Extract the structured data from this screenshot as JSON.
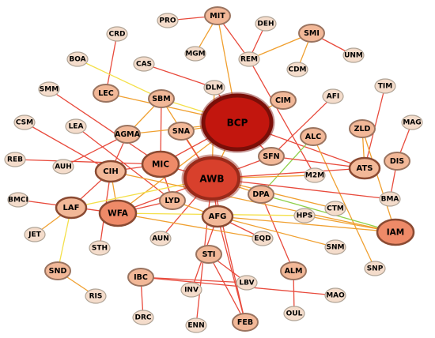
{
  "graph": {
    "nodes": [
      {
        "id": "MIT",
        "tier": "medium"
      },
      {
        "id": "DEH",
        "tier": "small"
      },
      {
        "id": "PRO",
        "tier": "small"
      },
      {
        "id": "SMI",
        "tier": "medium"
      },
      {
        "id": "CRD",
        "tier": "small"
      },
      {
        "id": "MGM",
        "tier": "small"
      },
      {
        "id": "REM",
        "tier": "small"
      },
      {
        "id": "UNM",
        "tier": "small"
      },
      {
        "id": "BOA",
        "tier": "small"
      },
      {
        "id": "CAS",
        "tier": "small"
      },
      {
        "id": "CDM",
        "tier": "small"
      },
      {
        "id": "SMM",
        "tier": "small"
      },
      {
        "id": "LEC",
        "tier": "medium"
      },
      {
        "id": "DLM",
        "tier": "small"
      },
      {
        "id": "SBM",
        "tier": "medium"
      },
      {
        "id": "CIM",
        "tier": "medium"
      },
      {
        "id": "AFI",
        "tier": "small"
      },
      {
        "id": "TIM",
        "tier": "small"
      },
      {
        "id": "CSM",
        "tier": "small"
      },
      {
        "id": "LEA",
        "tier": "small"
      },
      {
        "id": "BCP",
        "tier": "hub-dark"
      },
      {
        "id": "MAG",
        "tier": "small"
      },
      {
        "id": "AGMA",
        "tier": "medium"
      },
      {
        "id": "SNA",
        "tier": "medium"
      },
      {
        "id": "ALC",
        "tier": "medium"
      },
      {
        "id": "ZLD",
        "tier": "medium"
      },
      {
        "id": "REB",
        "tier": "small"
      },
      {
        "id": "AUH",
        "tier": "small"
      },
      {
        "id": "SFN",
        "tier": "medium"
      },
      {
        "id": "DIS",
        "tier": "medium"
      },
      {
        "id": "MIC",
        "tier": "large"
      },
      {
        "id": "CIH",
        "tier": "medium-large"
      },
      {
        "id": "ATS",
        "tier": "medium-large"
      },
      {
        "id": "M2M",
        "tier": "small"
      },
      {
        "id": "AWB",
        "tier": "hub"
      },
      {
        "id": "BMCI",
        "tier": "small"
      },
      {
        "id": "DPA",
        "tier": "medium"
      },
      {
        "id": "LYD",
        "tier": "medium"
      },
      {
        "id": "BMA",
        "tier": "small"
      },
      {
        "id": "LAF",
        "tier": "medium-large"
      },
      {
        "id": "CTM",
        "tier": "small"
      },
      {
        "id": "WFA",
        "tier": "large"
      },
      {
        "id": "AFG",
        "tier": "medium-large"
      },
      {
        "id": "HPS",
        "tier": "small"
      },
      {
        "id": "IAM",
        "tier": "large"
      },
      {
        "id": "JET",
        "tier": "small"
      },
      {
        "id": "AUN",
        "tier": "small"
      },
      {
        "id": "EQD",
        "tier": "small"
      },
      {
        "id": "STH",
        "tier": "small"
      },
      {
        "id": "SNM",
        "tier": "small"
      },
      {
        "id": "STI",
        "tier": "medium"
      },
      {
        "id": "SND",
        "tier": "medium"
      },
      {
        "id": "SNP",
        "tier": "small"
      },
      {
        "id": "ALM",
        "tier": "medium"
      },
      {
        "id": "IBC",
        "tier": "medium"
      },
      {
        "id": "RIS",
        "tier": "small"
      },
      {
        "id": "LBV",
        "tier": "small"
      },
      {
        "id": "INV",
        "tier": "small"
      },
      {
        "id": "MAO",
        "tier": "small"
      },
      {
        "id": "DRC",
        "tier": "small"
      },
      {
        "id": "OUL",
        "tier": "small"
      },
      {
        "id": "FEB",
        "tier": "medium"
      },
      {
        "id": "ENN",
        "tier": "small"
      }
    ],
    "edges": [
      [
        "MIT",
        "MGM",
        "orange"
      ],
      [
        "MIT",
        "REM",
        "red"
      ],
      [
        "MIT",
        "BCP",
        "orange"
      ],
      [
        "PRO",
        "MIT",
        "red"
      ],
      [
        "DEH",
        "REM",
        "red"
      ],
      [
        "SMI",
        "UNM",
        "red"
      ],
      [
        "SMI",
        "CDM",
        "orange"
      ],
      [
        "SMI",
        "REM",
        "orange"
      ],
      [
        "CRD",
        "LEC",
        "red"
      ],
      [
        "BOA",
        "SBM",
        "yellow"
      ],
      [
        "CAS",
        "DLM",
        "red"
      ],
      [
        "SMM",
        "MIC",
        "red"
      ],
      [
        "LEC",
        "BCP",
        "orange"
      ],
      [
        "SBM",
        "BCP",
        "yellow"
      ],
      [
        "SBM",
        "AWB",
        "orange"
      ],
      [
        "SBM",
        "MIC",
        "red"
      ],
      [
        "DLM",
        "BCP",
        "red"
      ],
      [
        "DLM",
        "AWB",
        "orange"
      ],
      [
        "REM",
        "M2M",
        "red"
      ],
      [
        "CIM",
        "BCP",
        "orange"
      ],
      [
        "AFI",
        "SFN",
        "red"
      ],
      [
        "TIM",
        "ATS",
        "red"
      ],
      [
        "CSM",
        "CIH",
        "red"
      ],
      [
        "LEA",
        "LYD",
        "red"
      ],
      [
        "BCP",
        "AWB",
        "orange"
      ],
      [
        "BCP",
        "MIC",
        "red"
      ],
      [
        "BCP",
        "ATS",
        "red"
      ],
      [
        "BCP",
        "SFN",
        "red"
      ],
      [
        "BCP",
        "AGMA",
        "orange"
      ],
      [
        "BCP",
        "WFA",
        "orange"
      ],
      [
        "MAG",
        "DIS",
        "red"
      ],
      [
        "ZLD",
        "ATS",
        "orange"
      ],
      [
        "ZLD",
        "IAM",
        "orange"
      ],
      [
        "AGMA",
        "AUH",
        "red"
      ],
      [
        "AGMA",
        "SBM",
        "orange"
      ],
      [
        "AGMA",
        "CIH",
        "red"
      ],
      [
        "SNA",
        "BCP",
        "orange"
      ],
      [
        "SNA",
        "AWB",
        "red"
      ],
      [
        "ALC",
        "DPA",
        "green"
      ],
      [
        "ALC",
        "SNP",
        "orange"
      ],
      [
        "SFN",
        "AWB",
        "red"
      ],
      [
        "DIS",
        "BMA",
        "red"
      ],
      [
        "REB",
        "MIC",
        "red"
      ],
      [
        "MIC",
        "AWB",
        "red"
      ],
      [
        "MIC",
        "CIH",
        "red"
      ],
      [
        "MIC",
        "LYD",
        "red"
      ],
      [
        "CIH",
        "LAF",
        "red"
      ],
      [
        "CIH",
        "WFA",
        "orange"
      ],
      [
        "CIH",
        "STH",
        "red"
      ],
      [
        "ATS",
        "SFN",
        "red"
      ],
      [
        "ATS",
        "AWB",
        "red"
      ],
      [
        "AWB",
        "BMA",
        "red"
      ],
      [
        "AWB",
        "DPA",
        "orange"
      ],
      [
        "AWB",
        "AFG",
        "red"
      ],
      [
        "AWB",
        "WFA",
        "red"
      ],
      [
        "AWB",
        "LAF",
        "yellow"
      ],
      [
        "AWB",
        "ENN",
        "red"
      ],
      [
        "AWB",
        "AUN",
        "red"
      ],
      [
        "AWB",
        "FEB",
        "red"
      ],
      [
        "AWB",
        "CTM",
        "orange"
      ],
      [
        "BMCI",
        "WFA",
        "red"
      ],
      [
        "DPA",
        "IAM",
        "green"
      ],
      [
        "DPA",
        "ALM",
        "red"
      ],
      [
        "LYD",
        "WFA",
        "red"
      ],
      [
        "LAF",
        "JET",
        "orange"
      ],
      [
        "LAF",
        "SND",
        "yellow"
      ],
      [
        "WFA",
        "EQD",
        "orange"
      ],
      [
        "WFA",
        "HPS",
        "yellow"
      ],
      [
        "AFG",
        "SNM",
        "orange"
      ],
      [
        "AFG",
        "INV",
        "red"
      ],
      [
        "AFG",
        "FEB",
        "red"
      ],
      [
        "AFG",
        "IAM",
        "orange"
      ],
      [
        "AFG",
        "EQD",
        "red"
      ],
      [
        "HPS",
        "IAM",
        "orange"
      ],
      [
        "STI",
        "LBV",
        "red"
      ],
      [
        "STI",
        "FEB",
        "red"
      ],
      [
        "SND",
        "RIS",
        "orange"
      ],
      [
        "IBC",
        "MAO",
        "red"
      ],
      [
        "IBC",
        "DRC",
        "red"
      ],
      [
        "ALM",
        "OUL",
        "red"
      ],
      [
        "CIH",
        "IAM",
        "orange"
      ],
      [
        "IBC",
        "LBV",
        "red"
      ],
      [
        "M2M",
        "AWB",
        "orange"
      ],
      [
        "LYD",
        "AFG",
        "orange"
      ]
    ]
  },
  "colors": {
    "edge_red": "#e84a3c",
    "edge_orange": "#f0a030",
    "edge_yellow": "#f4e04a",
    "edge_green": "#8fd04a",
    "node_small_fill": "#f4dccb",
    "node_small_stroke": "#b0a496",
    "node_medium_fill": "#f2b898",
    "node_medium_stroke": "#9a7460",
    "node_large_fill": "#ee8a68",
    "node_large_stroke": "#8a4a32",
    "hub_fill": "#d8402c",
    "hub_stroke": "#9a2a1a",
    "hub_dark_fill": "#c2160e",
    "hub_dark_stroke": "#7a0e08"
  }
}
